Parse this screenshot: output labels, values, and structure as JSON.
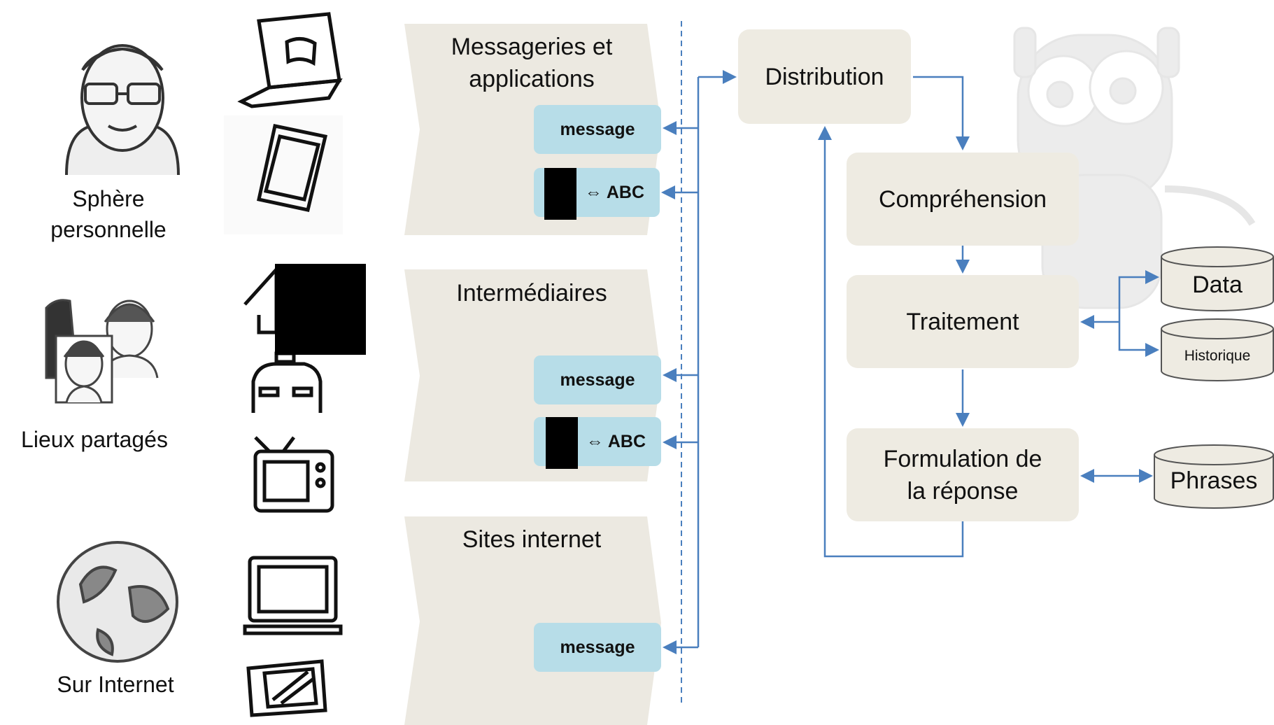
{
  "sources": [
    {
      "label": "Sphère personnelle"
    },
    {
      "label": "Lieux partagés"
    },
    {
      "label": "Sur Internet"
    }
  ],
  "channels": [
    {
      "title": "Messageries et applications",
      "items": [
        "message",
        "⇔ ABC"
      ]
    },
    {
      "title": "Intermédiaires",
      "items": [
        "message",
        "⇔ ABC"
      ]
    },
    {
      "title": "Sites internet",
      "items": [
        "message"
      ]
    }
  ],
  "pipeline": {
    "distribution": "Distribution",
    "comprehension": "Compréhension",
    "traitement": "Traitement",
    "formulation": "Formulation de la réponse"
  },
  "stores": {
    "data": "Data",
    "historique": "Historique",
    "phrases": "Phrases"
  },
  "colors": {
    "arrow": "#4a7fbe",
    "panel": "#eeebe2",
    "message": "#b7dde8",
    "band": "#ece9e1"
  },
  "icons": [
    "user-avatar-icon",
    "laptop-icon",
    "phone-icon",
    "group-icon",
    "house-icon",
    "car-icon",
    "tv-icon",
    "globe-icon",
    "laptop-outline-icon",
    "tablet-icon",
    "robot-mascot-icon",
    "database-icon"
  ]
}
